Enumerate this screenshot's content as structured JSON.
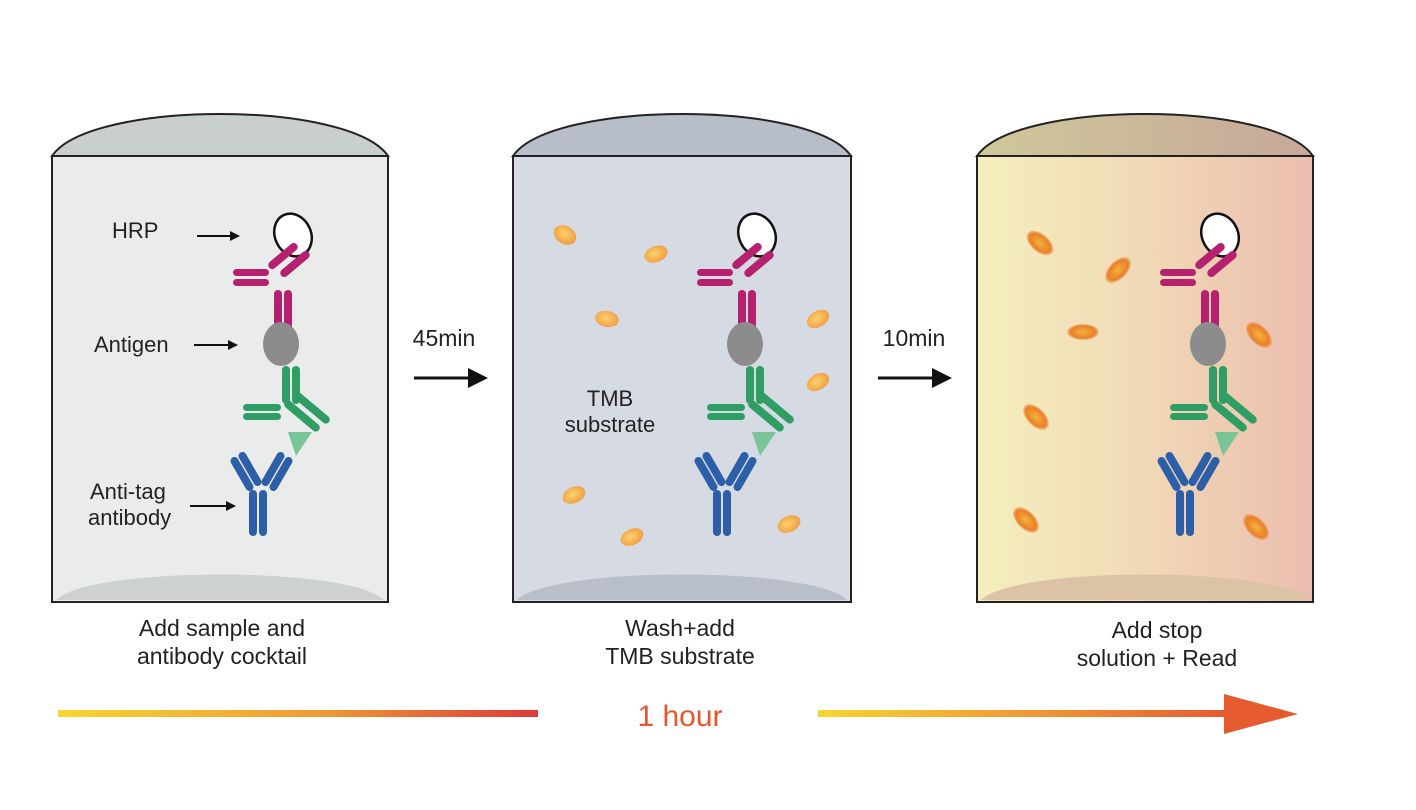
{
  "labels": {
    "hrp": "HRP",
    "antigen": "Antigen",
    "anti_tag_line1": "Anti-tag",
    "anti_tag_line2": "antibody",
    "tmb_line1": "TMB",
    "tmb_line2": "substrate"
  },
  "steps": [
    {
      "caption_line1": "Add sample and",
      "caption_line2": "antibody cocktail"
    },
    {
      "caption_line1": "Wash+add",
      "caption_line2": "TMB substrate"
    },
    {
      "caption_line1": "Add stop",
      "caption_line2": "solution + Read"
    }
  ],
  "transitions": [
    {
      "time": "45min"
    },
    {
      "time": "10min"
    }
  ],
  "timeline": {
    "label": "1 hour"
  },
  "colors": {
    "hrp_antibody": "#b5206f",
    "antigen": "#8c8c8c",
    "capture_antibody": "#2f9e64",
    "anti_tag_antibody": "#2c5fa8",
    "accent_orange": "#e8552b",
    "well1_fill": "#eaeceb",
    "well2_fill": "#d6dbe3",
    "well3_fill_left": "#f3ecb8",
    "well3_fill_right": "#ecc2b0"
  }
}
